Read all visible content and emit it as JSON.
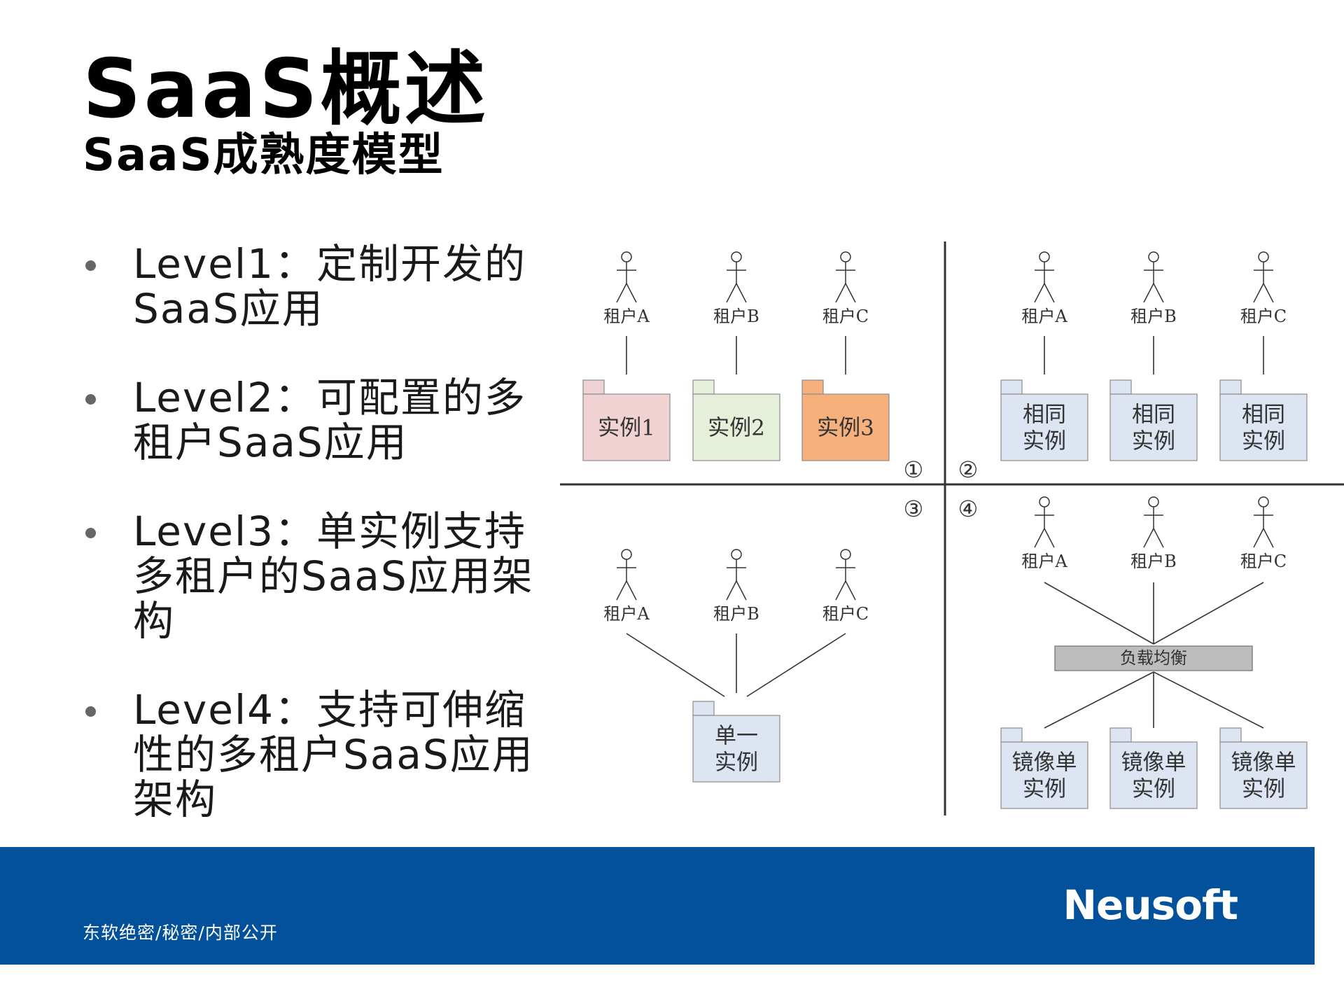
{
  "slide": {
    "title": "SaaS概述",
    "subtitle": "SaaS成熟度模型"
  },
  "bullets": [
    {
      "text": "Level1：定制开发的SaaS应用"
    },
    {
      "text": "Level2：可配置的多租户SaaS应用"
    },
    {
      "text": "Level3：单实例支持多租户的SaaS应用架构"
    },
    {
      "text": "Level4：支持可伸缩性的多租户SaaS应用架构"
    }
  ],
  "diagram": {
    "quadrant_labels": [
      "①",
      "②",
      "③",
      "④"
    ],
    "tenants": [
      "租户A",
      "租户B",
      "租户C"
    ],
    "q1_instances": [
      "实例1",
      "实例2",
      "实例3"
    ],
    "q2_instance": [
      "相同",
      "实例"
    ],
    "q3_instance": [
      "单一",
      "实例"
    ],
    "load_balancer": "负载均衡",
    "q4_instance": [
      "镜像单",
      "实例"
    ],
    "colors": {
      "instance1": "#f0d2d2",
      "instance2": "#e6efd9",
      "instance3": "#f5b07c",
      "blue_box": "#dde5f2",
      "balancer": "#bdbdbd"
    }
  },
  "footer": {
    "classification": "东软绝密/秘密/内部公开",
    "logo": "Neusoft",
    "color": "#03509b"
  }
}
